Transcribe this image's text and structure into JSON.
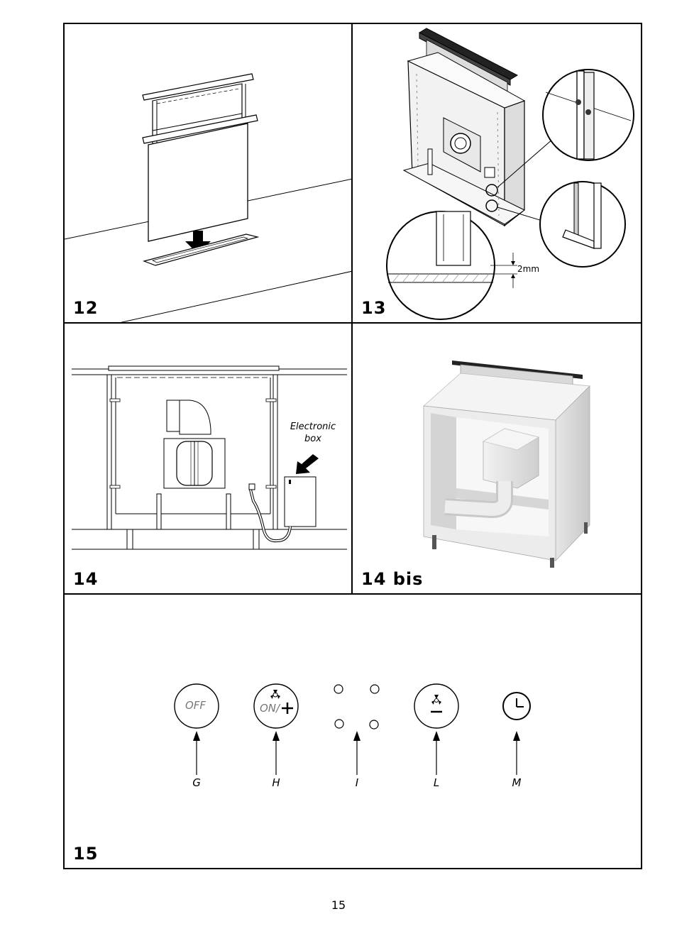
{
  "figures": {
    "fig12": {
      "number": "12"
    },
    "fig13": {
      "number": "13",
      "dimension": "2mm"
    },
    "fig14": {
      "number": "14",
      "callout_line1": "Electronic",
      "callout_line2": "box"
    },
    "fig14bis": {
      "number": "14 bis"
    },
    "fig15": {
      "number": "15",
      "off_text": "OFF",
      "on_text": "ON/",
      "buttons": [
        {
          "label": "G",
          "icon": "power-off-icon"
        },
        {
          "label": "H",
          "icon": "fan-on-plus-icon"
        },
        {
          "label": "I",
          "icon": "speed-led-indicators"
        },
        {
          "label": "L",
          "icon": "fan-minus-icon"
        },
        {
          "label": "M",
          "icon": "clock-icon"
        }
      ]
    }
  },
  "page_number": "15"
}
